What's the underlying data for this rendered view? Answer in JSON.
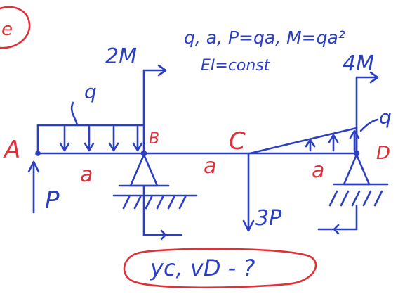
{
  "colors": {
    "ink_blue": "#2a3fc4",
    "ink_red": "#e0303a",
    "paper": "#ffffff"
  },
  "header": {
    "params": "q, a, P=qa, M=qa²",
    "stiffness": "EI=const"
  },
  "labels": {
    "moment_2m": "2M",
    "moment_4m": "4M",
    "load_q_left": "q",
    "load_q_right": "q",
    "force_p": "P",
    "force_3p": "3P",
    "point_a": "A",
    "point_b": "B",
    "point_c": "C",
    "point_d": "D",
    "span_ab": "a",
    "span_bc": "a",
    "span_cd": "a",
    "stray_fragment": "e"
  },
  "question": "yc, vD - ?"
}
